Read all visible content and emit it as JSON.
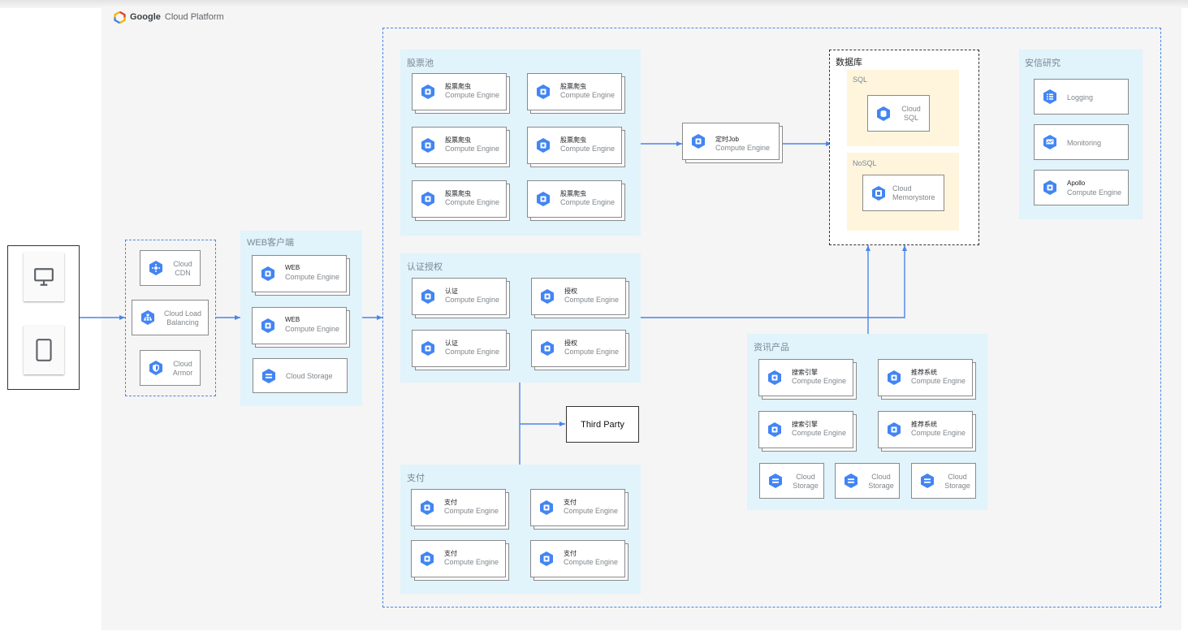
{
  "header": {
    "brand_bold": "Google",
    "brand_rest": "Cloud Platform"
  },
  "colors": {
    "accent": "#4a86e8",
    "icon_blue": "#4285f4",
    "zone_blue": "#e1f3fb",
    "zone_yellow": "#fff5dd"
  },
  "icons": {
    "devices": [
      "desktop-icon",
      "tablet-icon"
    ]
  },
  "edge": {
    "title": "",
    "items": [
      {
        "line1": "Cloud",
        "line2": "CDN",
        "icon": "cdn-icon"
      },
      {
        "line1": "Cloud Load",
        "line2": "Balancing",
        "icon": "load-balancing-icon"
      },
      {
        "line1": "Cloud",
        "line2": "Armor",
        "icon": "armor-icon"
      }
    ]
  },
  "web": {
    "title": "WEB客户端",
    "cards": [
      {
        "name": "WEB",
        "service": "Compute Engine"
      },
      {
        "name": "WEB",
        "service": "Compute Engine"
      }
    ],
    "storage": "Cloud Storage"
  },
  "stocks": {
    "title": "股票池",
    "cards": [
      {
        "name": "股票爬虫",
        "service": "Compute Engine"
      },
      {
        "name": "股票爬虫",
        "service": "Compute Engine"
      },
      {
        "name": "股票爬虫",
        "service": "Compute Engine"
      },
      {
        "name": "股票爬虫",
        "service": "Compute Engine"
      },
      {
        "name": "股票爬虫",
        "service": "Compute Engine"
      },
      {
        "name": "股票爬虫",
        "service": "Compute Engine"
      }
    ]
  },
  "cron": {
    "name": "定时Job",
    "service": "Compute Engine"
  },
  "database": {
    "title": "数据库",
    "sql": {
      "title": "SQL",
      "line1": "Cloud",
      "line2": "SQL"
    },
    "nosql": {
      "title": "NoSQL",
      "line1": "Cloud",
      "line2": "Memorystore"
    }
  },
  "research": {
    "title": "安信研究",
    "logging": "Logging",
    "monitoring": "Monitoring",
    "apollo": {
      "name": "Apollo",
      "service": "Compute Engine"
    }
  },
  "auth": {
    "title": "认证授权",
    "cards": [
      {
        "name": "认证",
        "service": "Compute Engine"
      },
      {
        "name": "授权",
        "service": "Compute Engine"
      },
      {
        "name": "认证",
        "service": "Compute Engine"
      },
      {
        "name": "授权",
        "service": "Compute Engine"
      }
    ]
  },
  "third_party": "Third Party",
  "payment": {
    "title": "支付",
    "cards": [
      {
        "name": "支付",
        "service": "Compute Engine"
      },
      {
        "name": "支付",
        "service": "Compute Engine"
      },
      {
        "name": "支付",
        "service": "Compute Engine"
      },
      {
        "name": "支付",
        "service": "Compute Engine"
      }
    ]
  },
  "news": {
    "title": "资讯产品",
    "cards": [
      {
        "name": "搜索引擎",
        "service": "Compute Engine"
      },
      {
        "name": "推荐系统",
        "service": "Compute Engine"
      },
      {
        "name": "搜索引擎",
        "service": "Compute Engine"
      },
      {
        "name": "推荐系统",
        "service": "Compute Engine"
      }
    ],
    "storages": [
      {
        "line1": "Cloud",
        "line2": "Storage"
      },
      {
        "line1": "Cloud",
        "line2": "Storage"
      },
      {
        "line1": "Cloud",
        "line2": "Storage"
      }
    ]
  }
}
